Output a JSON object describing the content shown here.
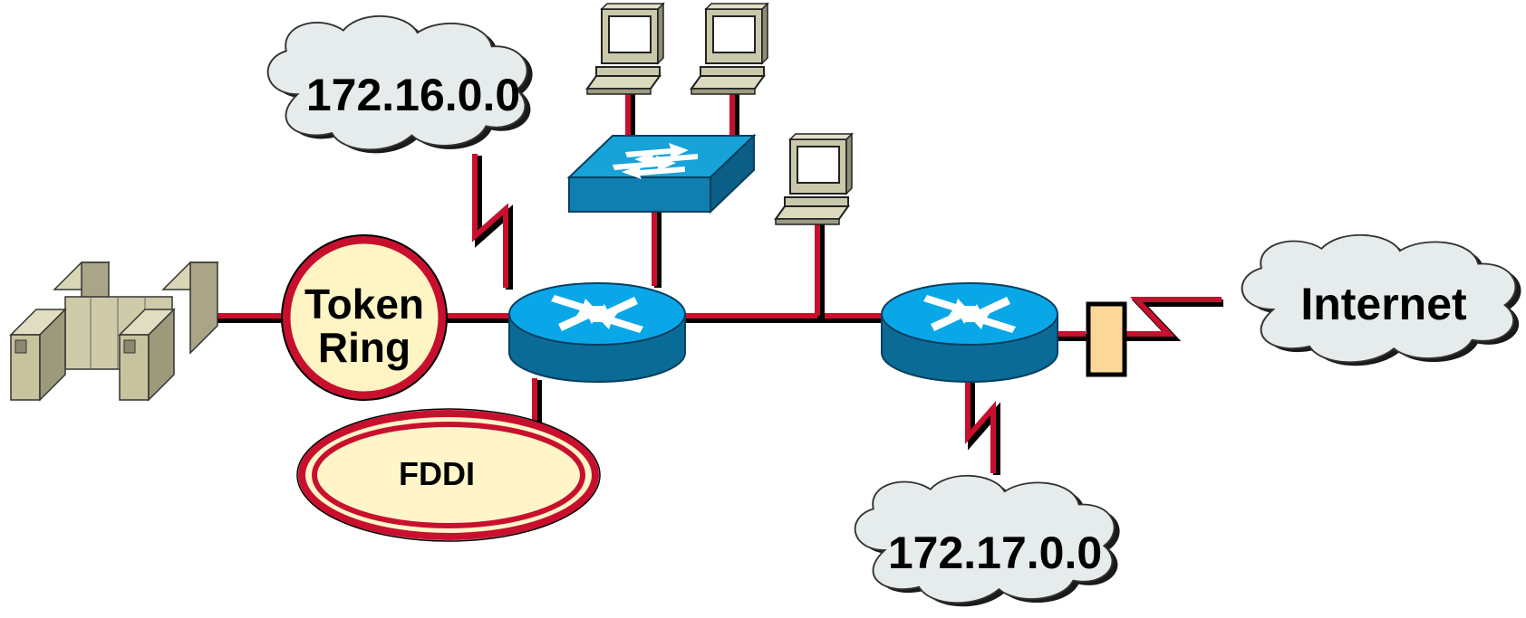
{
  "labels": {
    "cloud_top": "172.16.0.0",
    "cloud_bottom": "172.17.0.0",
    "cloud_internet": "Internet",
    "token_ring_line1": "Token",
    "token_ring_line2": "Ring",
    "fddi": "FDDI"
  },
  "colors": {
    "link_red": "#c8102e",
    "link_black": "#000000",
    "cloud_fill": "#e6ebec",
    "cloud_stroke": "#1a1a1a",
    "router_top": "#0aa7e8",
    "router_side": "#0a6c96",
    "switch_top": "#17a2d8",
    "switch_side": "#0f7fb0",
    "token_ring_fill": "#fff4c4",
    "fddi_fill": "#fff5c8",
    "csu_fill": "#fbd79a",
    "pc_body": "#c9c8aa",
    "pc_screen": "#ffffff",
    "mainframe_fill": "#c7c39f"
  },
  "icons": {
    "routers": [
      "router-icon",
      "router-icon"
    ],
    "switch": "switch-icon",
    "workstations": [
      "workstation-icon",
      "workstation-icon",
      "workstation-icon"
    ],
    "mainframe": "mainframe-icon",
    "csu": "csu-dsu-icon"
  }
}
